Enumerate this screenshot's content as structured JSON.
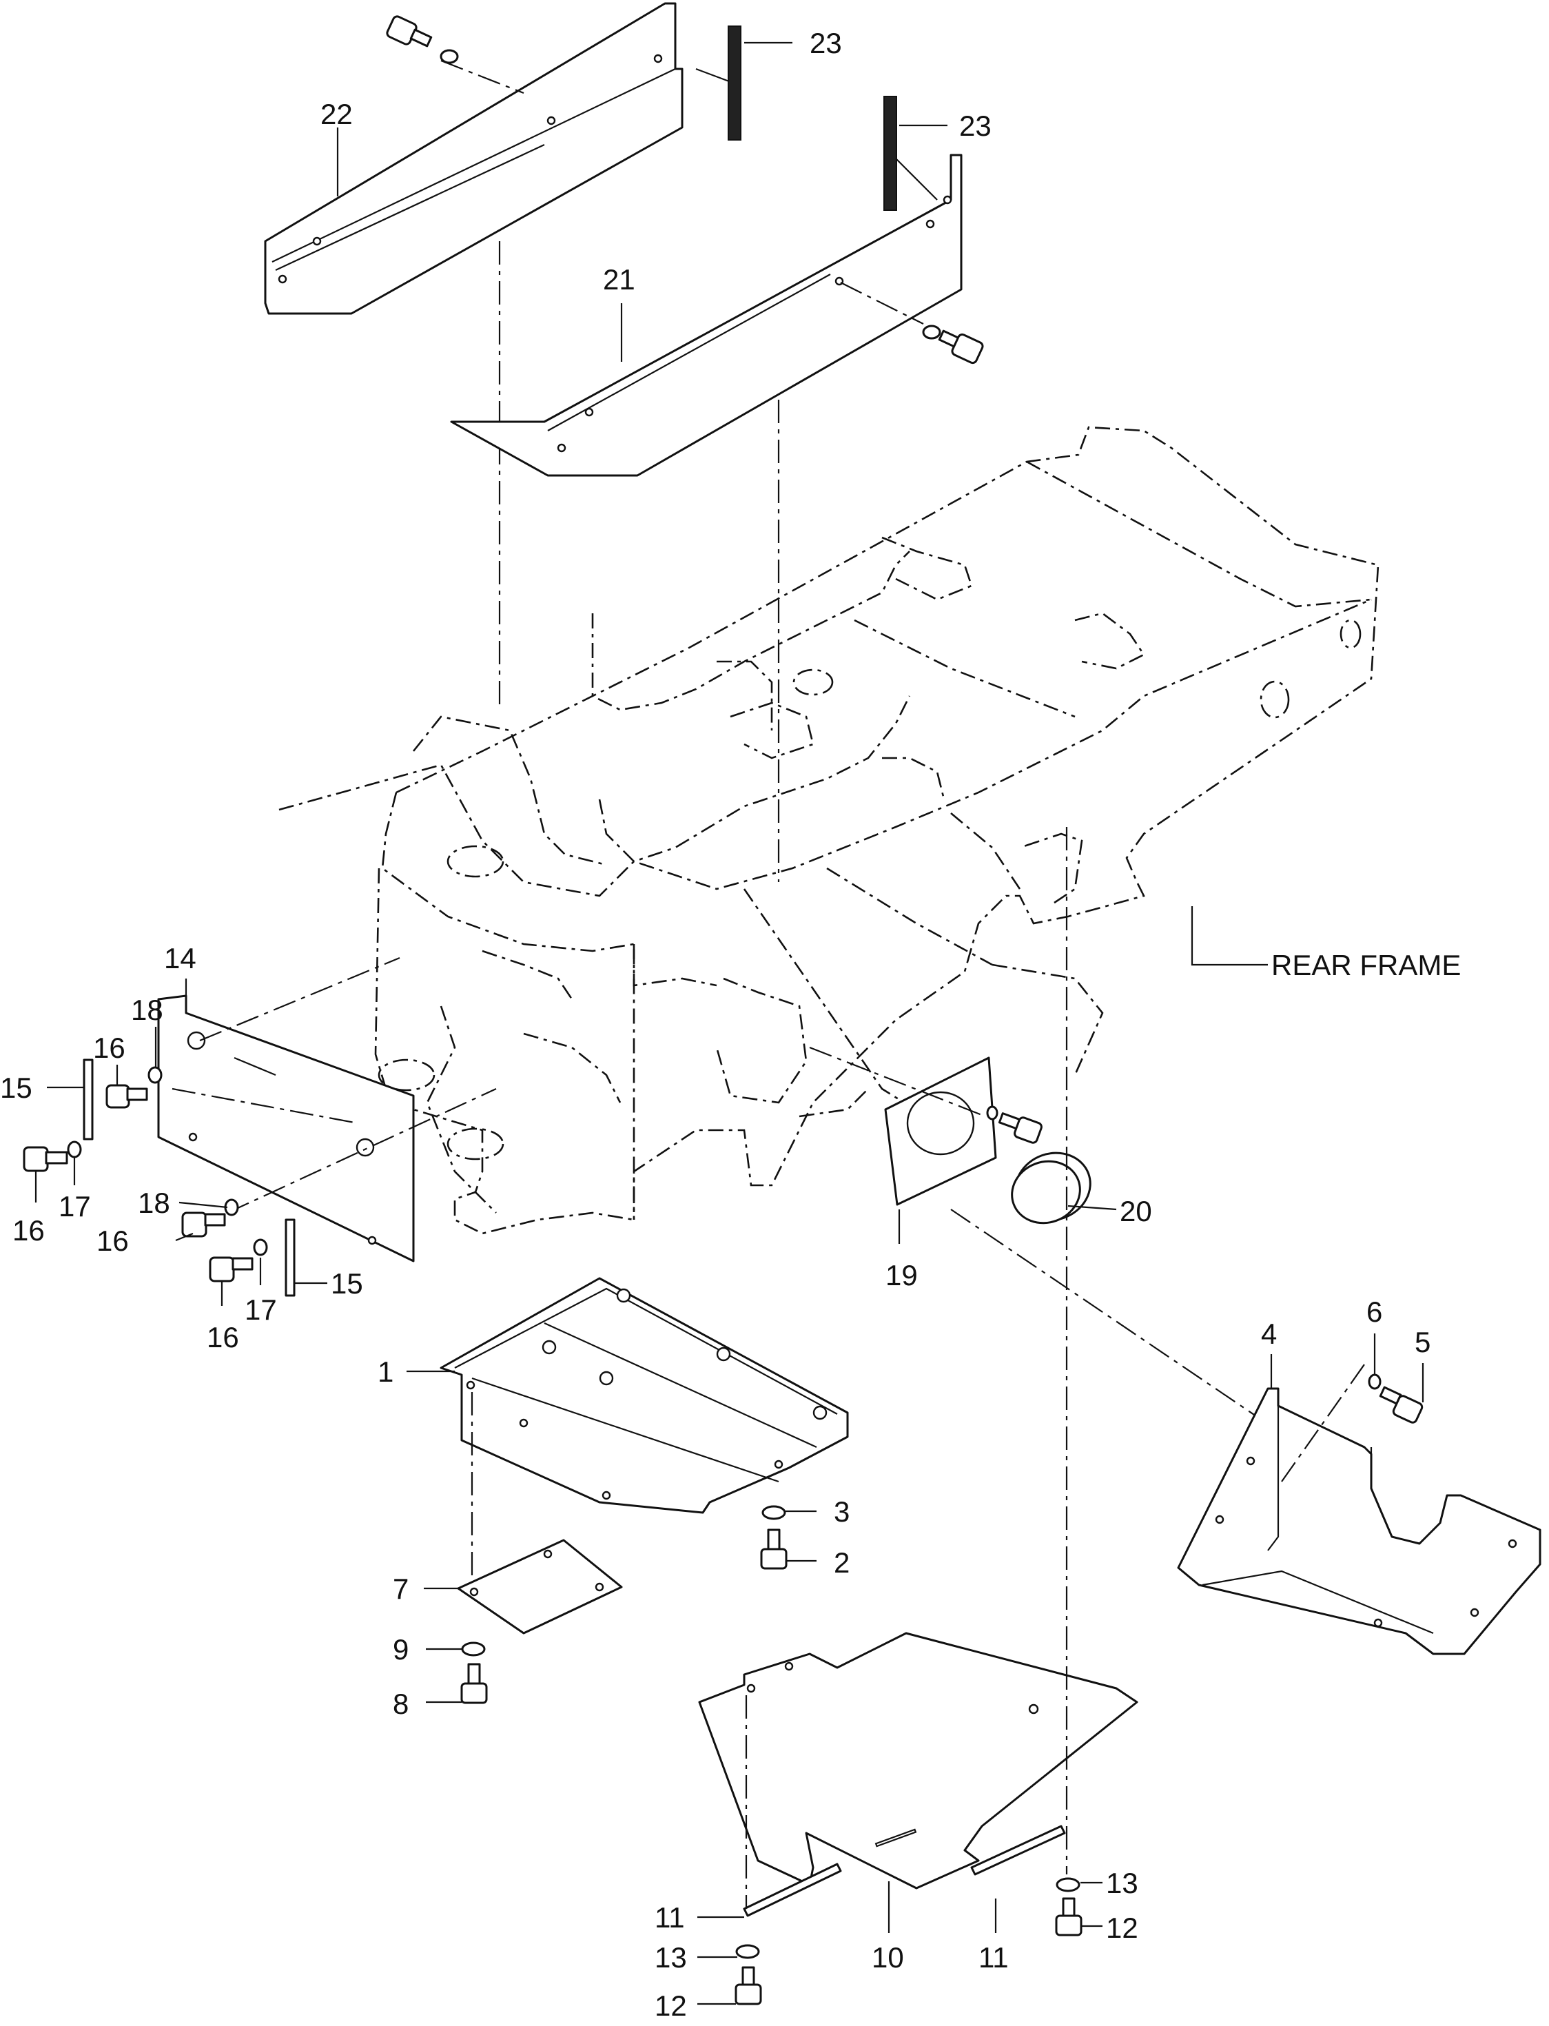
{
  "diagram": {
    "frame_label": "REAR FRAME",
    "callouts": [
      {
        "id": "c1",
        "text": "1"
      },
      {
        "id": "c2",
        "text": "2"
      },
      {
        "id": "c3",
        "text": "3"
      },
      {
        "id": "c4",
        "text": "4"
      },
      {
        "id": "c5",
        "text": "5"
      },
      {
        "id": "c6",
        "text": "6"
      },
      {
        "id": "c7",
        "text": "7"
      },
      {
        "id": "c8",
        "text": "8"
      },
      {
        "id": "c9",
        "text": "9"
      },
      {
        "id": "c10",
        "text": "10"
      },
      {
        "id": "c11a",
        "text": "11"
      },
      {
        "id": "c11b",
        "text": "11"
      },
      {
        "id": "c12a",
        "text": "12"
      },
      {
        "id": "c12b",
        "text": "12"
      },
      {
        "id": "c13a",
        "text": "13"
      },
      {
        "id": "c13b",
        "text": "13"
      },
      {
        "id": "c14",
        "text": "14"
      },
      {
        "id": "c15a",
        "text": "15"
      },
      {
        "id": "c15b",
        "text": "15"
      },
      {
        "id": "c16a",
        "text": "16"
      },
      {
        "id": "c16b",
        "text": "16"
      },
      {
        "id": "c16c",
        "text": "16"
      },
      {
        "id": "c16d",
        "text": "16"
      },
      {
        "id": "c17a",
        "text": "17"
      },
      {
        "id": "c17b",
        "text": "17"
      },
      {
        "id": "c18a",
        "text": "18"
      },
      {
        "id": "c18b",
        "text": "18"
      },
      {
        "id": "c19",
        "text": "19"
      },
      {
        "id": "c20",
        "text": "20"
      },
      {
        "id": "c21",
        "text": "21"
      },
      {
        "id": "c22",
        "text": "22"
      },
      {
        "id": "c23a",
        "text": "23"
      },
      {
        "id": "c23b",
        "text": "23"
      }
    ]
  }
}
